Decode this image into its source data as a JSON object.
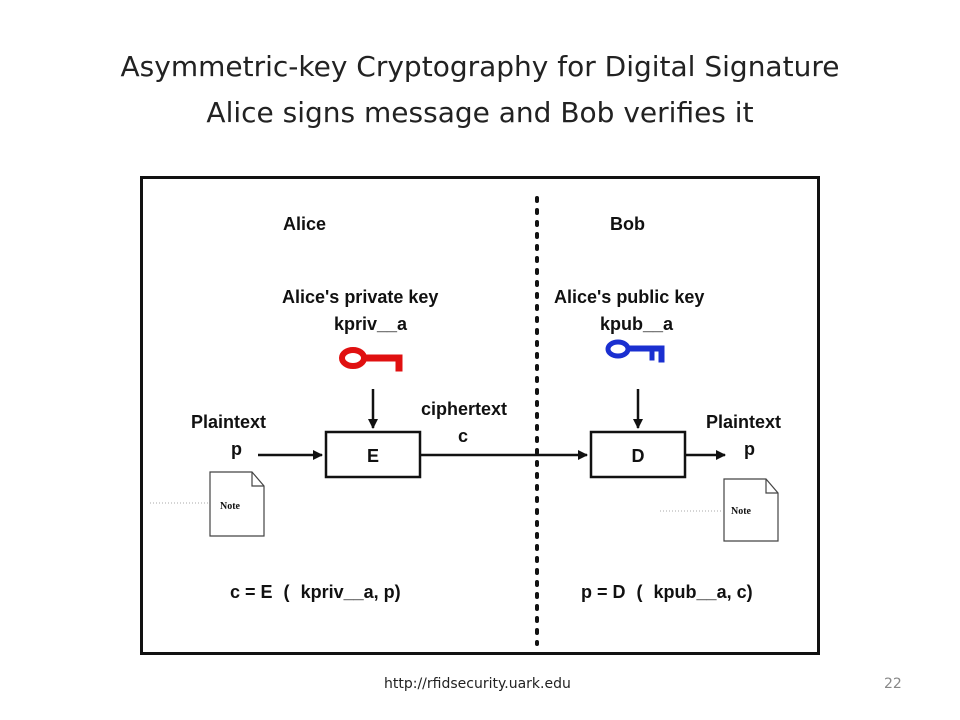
{
  "title": {
    "line1": "Asymmetric-key Cryptography for Digital Signature",
    "line2": "Alice signs message and Bob verifies it"
  },
  "diagram": {
    "alice": {
      "name": "Alice",
      "key_label": "Alice's private key",
      "key_name": "kpriv__a",
      "plaintext_label": "Plaintext",
      "plaintext_var": "p",
      "box": "E",
      "note": "Note",
      "formula": {
        "lhs": "c = E",
        "paren_open": "(",
        "args": "kpriv__a, p",
        "paren_close": ")"
      }
    },
    "bob": {
      "name": "Bob",
      "key_label": "Alice's public key",
      "key_name": "kpub__a",
      "plaintext_label": "Plaintext",
      "plaintext_var": "p",
      "box": "D",
      "note": "Note",
      "formula": {
        "lhs": "p = D",
        "paren_open": "(",
        "args": "kpub__a,  c",
        "paren_close": ")"
      }
    },
    "channel": {
      "label": "ciphertext",
      "var": "c"
    },
    "colors": {
      "private_key": "#e01010",
      "public_key": "#1a2fd0"
    },
    "icons": [
      "private-key-icon",
      "public-key-icon",
      "note-document-icon"
    ]
  },
  "footer": {
    "url": "http://rfidsecurity.uark.edu",
    "page": "22"
  }
}
